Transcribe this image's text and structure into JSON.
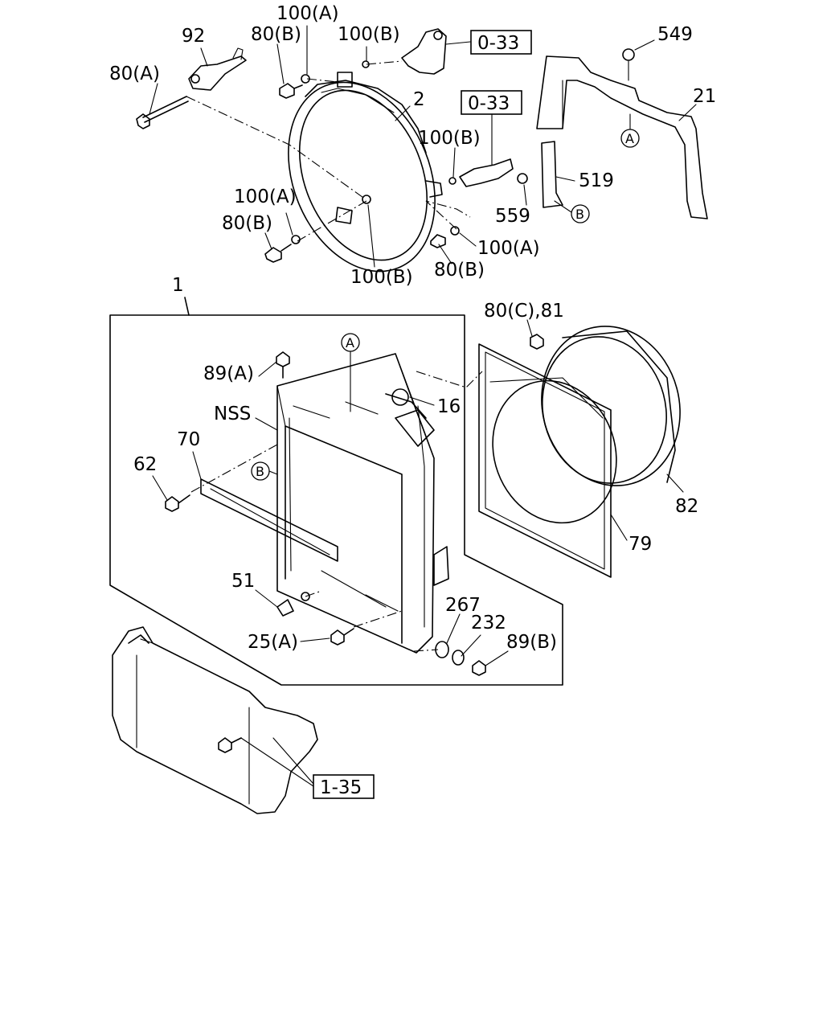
{
  "labels": {
    "p92": "92",
    "p100a_top": "100(A)",
    "p80b_top": "80(B)",
    "p100b_top": "100(B)",
    "p80a": "80(A)",
    "ref033_top": "0-33",
    "p549": "549",
    "p2": "2",
    "p21": "21",
    "ref033_mid": "0-33",
    "p100b_mid": "100(B)",
    "p519": "519",
    "p559": "559",
    "p100a_left": "100(A)",
    "p80b_left": "80(B)",
    "p100a_right": "100(A)",
    "p100b_bottom": "100(B)",
    "p80b_bottom": "80(B)",
    "p1": "1",
    "p80c81": "80(C),81",
    "p89a": "89(A)",
    "p16": "16",
    "nss": "NSS",
    "p70": "70",
    "p62": "62",
    "p82": "82",
    "p79": "79",
    "p51": "51",
    "p267": "267",
    "p232": "232",
    "p89b": "89(B)",
    "p25a": "25(A)",
    "ref135": "1-35"
  },
  "markers": {
    "a": "A",
    "b": "B"
  }
}
